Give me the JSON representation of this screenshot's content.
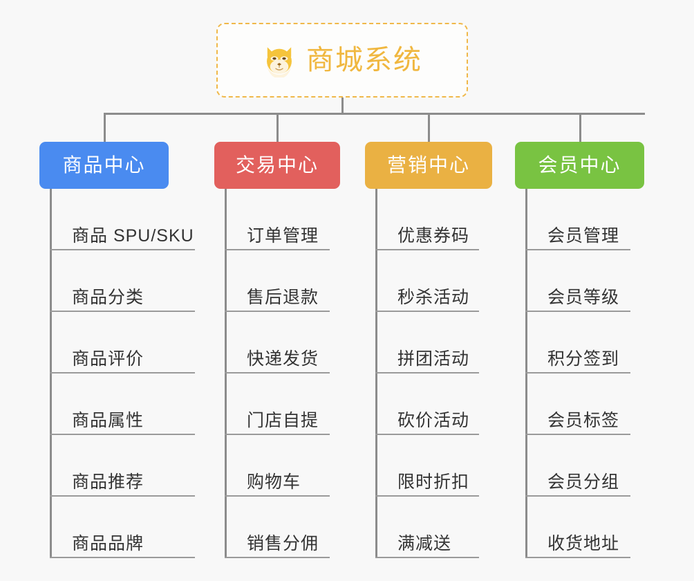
{
  "root": {
    "title": "商城系统",
    "icon": "dog-face-emoji",
    "border_color": "#f0b849",
    "text_color": "#f0b73f"
  },
  "branches": [
    {
      "label": "商品中心",
      "color": "#4a8bf0",
      "items": [
        "商品 SPU/SKU",
        "商品分类",
        "商品评价",
        "商品属性",
        "商品推荐",
        "商品品牌"
      ]
    },
    {
      "label": "交易中心",
      "color": "#e2605d",
      "items": [
        "订单管理",
        "售后退款",
        "快递发货",
        "门店自提",
        "购物车",
        "销售分佣"
      ]
    },
    {
      "label": "营销中心",
      "color": "#eab143",
      "items": [
        "优惠券码",
        "秒杀活动",
        "拼团活动",
        "砍价活动",
        "限时折扣",
        "满减送"
      ]
    },
    {
      "label": "会员中心",
      "color": "#79c342",
      "items": [
        "会员管理",
        "会员等级",
        "积分签到",
        "会员标签",
        "会员分组",
        "收货地址"
      ]
    }
  ],
  "layout": {
    "background": "#f8f8f8",
    "connector_color": "#8c8c8c",
    "underline_color": "#9a9a9a",
    "branch_x": [
      57,
      310,
      528,
      745
    ],
    "branch_width": [
      187,
      182,
      184,
      187
    ],
    "spine_x": [
      72,
      325,
      543,
      760
    ],
    "underline_width": [
      210,
      152,
      150,
      152
    ]
  }
}
